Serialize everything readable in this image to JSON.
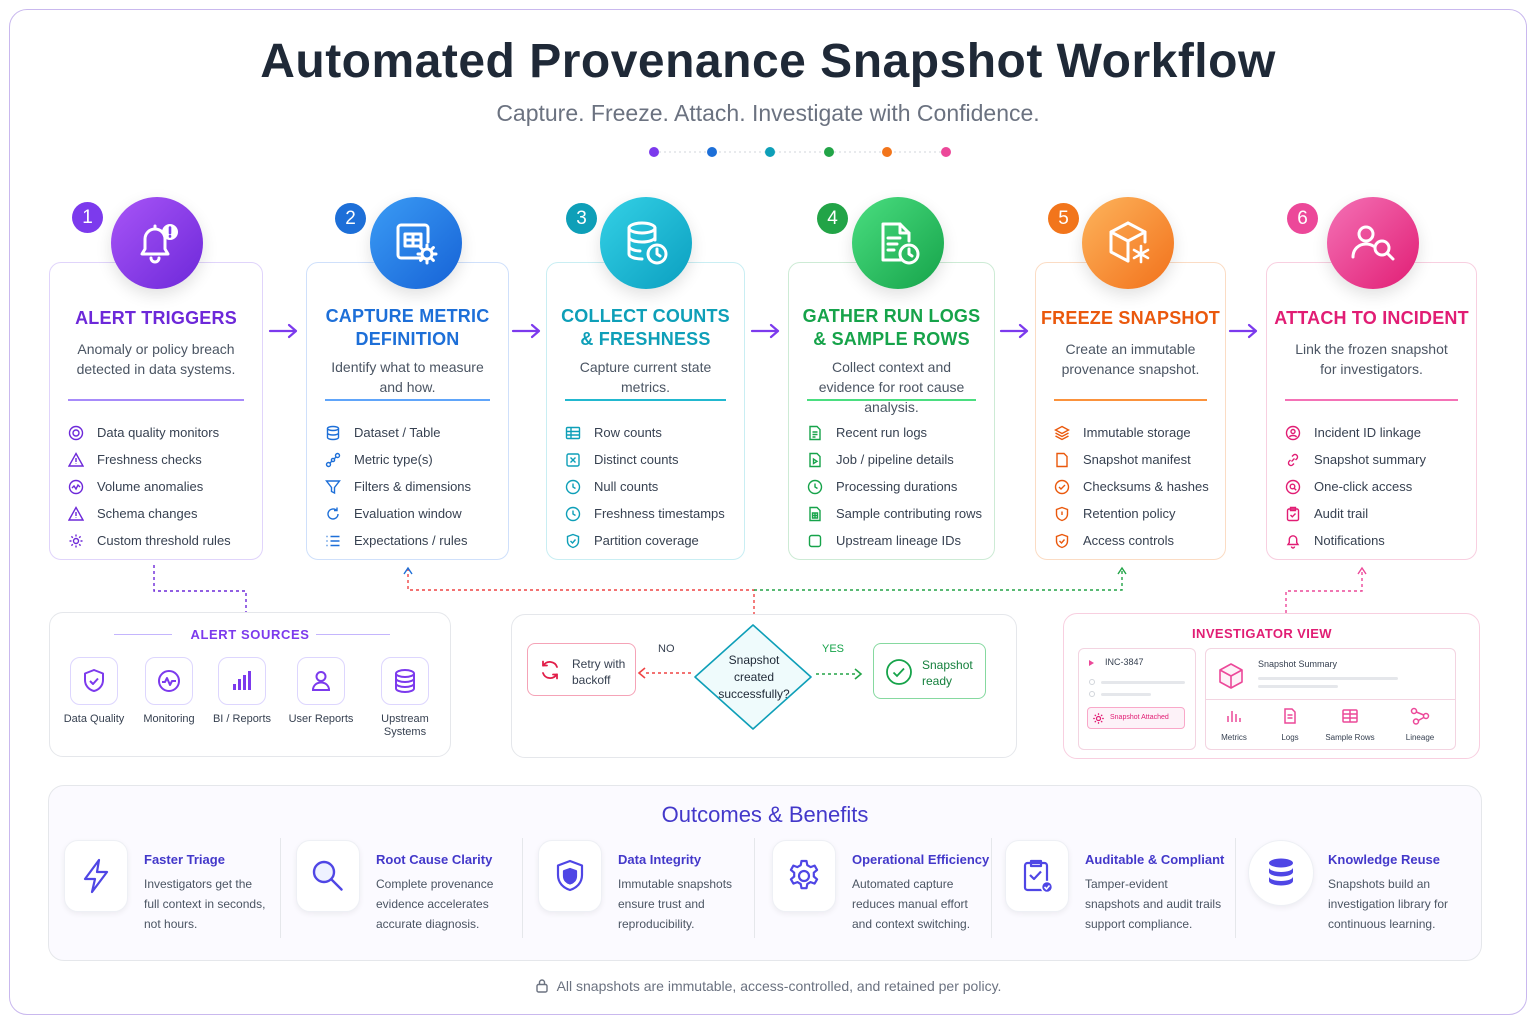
{
  "title": "Automated Provenance Snapshot Workflow",
  "subtitle": "Capture. Freeze. Attach. Investigate with Confidence.",
  "colors": {
    "purple": "#7c3aed",
    "blue": "#1d6fd8",
    "teal": "#0e9fb8",
    "green": "#16a34a",
    "orange": "#f2751b",
    "pink": "#e11d74",
    "indigo": "#4338ca"
  },
  "steps": [
    {
      "number": "1",
      "title": "ALERT TRIGGERS",
      "description": "Anomaly or policy breach detected in data systems.",
      "icon": "bell-alert-icon",
      "items": [
        "Data quality monitors",
        "Freshness checks",
        "Volume anomalies",
        "Schema changes",
        "Custom threshold rules"
      ]
    },
    {
      "number": "2",
      "title": "CAPTURE METRIC DEFINITION",
      "description": "Identify what to measure and how.",
      "icon": "table-gear-icon",
      "items": [
        "Dataset / Table",
        "Metric type(s)",
        "Filters & dimensions",
        "Evaluation window",
        "Expectations / rules"
      ]
    },
    {
      "number": "3",
      "title": "COLLECT COUNTS & FRESHNESS",
      "description": "Capture current state metrics.",
      "icon": "database-clock-icon",
      "items": [
        "Row counts",
        "Distinct counts",
        "Null counts",
        "Freshness timestamps",
        "Partition coverage"
      ]
    },
    {
      "number": "4",
      "title": "GATHER RUN LOGS & SAMPLE ROWS",
      "description": "Collect context and evidence for root cause analysis.",
      "icon": "document-clock-icon",
      "items": [
        "Recent run logs",
        "Job / pipeline details",
        "Processing durations",
        "Sample contributing rows",
        "Upstream lineage IDs"
      ]
    },
    {
      "number": "5",
      "title": "FREEZE SNAPSHOT",
      "description": "Create an immutable provenance snapshot.",
      "icon": "cube-snowflake-icon",
      "items": [
        "Immutable storage",
        "Snapshot manifest",
        "Checksums & hashes",
        "Retention policy",
        "Access controls"
      ]
    },
    {
      "number": "6",
      "title": "ATTACH TO INCIDENT",
      "description": "Link the frozen snapshot for investigators.",
      "icon": "users-search-icon",
      "items": [
        "Incident ID linkage",
        "Snapshot summary",
        "One-click access",
        "Audit trail",
        "Notifications"
      ]
    }
  ],
  "alert_sources": {
    "title": "ALERT SOURCES",
    "items": [
      {
        "label": "Data Quality",
        "icon": "shield-check-icon"
      },
      {
        "label": "Monitoring",
        "icon": "pulse-icon"
      },
      {
        "label": "BI / Reports",
        "icon": "bar-chart-icon"
      },
      {
        "label": "User Reports",
        "icon": "user-icon"
      },
      {
        "label": "Upstream Systems",
        "icon": "database-icon"
      }
    ]
  },
  "decision": {
    "question": "Snapshot created successfully?",
    "no_label": "NO",
    "yes_label": "YES",
    "retry_label": "Retry with backoff",
    "ready_label": "Snapshot ready"
  },
  "investigator": {
    "title": "INVESTIGATOR VIEW",
    "incident_id": "INC-3847",
    "attached_label": "Snapshot Attached",
    "summary_label": "Snapshot Summary",
    "tabs": [
      "Metrics",
      "Logs",
      "Sample Rows",
      "Lineage"
    ]
  },
  "outcomes": {
    "title": "Outcomes & Benefits",
    "items": [
      {
        "title": "Faster Triage",
        "description": "Investigators get the full context in seconds, not hours.",
        "icon": "lightning-icon"
      },
      {
        "title": "Root Cause Clarity",
        "description": "Complete provenance evidence accelerates accurate diagnosis.",
        "icon": "magnifier-icon"
      },
      {
        "title": "Data Integrity",
        "description": "Immutable snapshots ensure trust and reproducibility.",
        "icon": "shield-icon"
      },
      {
        "title": "Operational Efficiency",
        "description": "Automated capture reduces manual effort and context switching.",
        "icon": "gear-icon"
      },
      {
        "title": "Auditable & Compliant",
        "description": "Tamper-evident snapshots and audit trails support compliance.",
        "icon": "clipboard-check-icon"
      },
      {
        "title": "Knowledge Reuse",
        "description": "Snapshots build an investigation library for continuous learning.",
        "icon": "database-stack-icon"
      }
    ]
  },
  "footer": "All snapshots are immutable, access-controlled, and retained per policy."
}
